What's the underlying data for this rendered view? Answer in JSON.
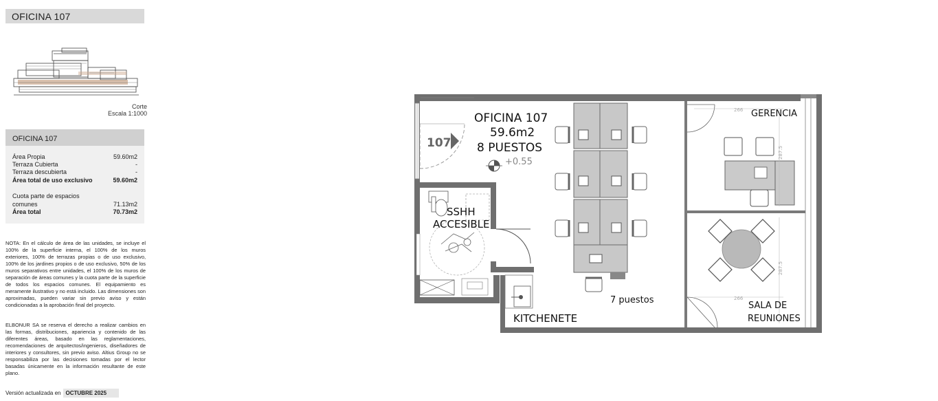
{
  "header": {
    "title": "OFICINA 107"
  },
  "section": {
    "label": "Corte",
    "scale": "Escala 1:1000"
  },
  "table": {
    "title": "OFICINA 107",
    "rows": [
      {
        "label": "Área Propia",
        "value": "59.60m2",
        "bold": false
      },
      {
        "label": "Terraza Cubierta",
        "value": "-",
        "bold": false
      },
      {
        "label": "Terraza descubierta",
        "value": "-",
        "bold": false
      },
      {
        "label": "Área total de uso exclusivo",
        "value": "59.60m2",
        "bold": true
      },
      {
        "label": "Cuota parte de espacios",
        "value": "",
        "bold": false
      },
      {
        "label": "comunes",
        "value": "71.13m2",
        "bold": false
      },
      {
        "label": "Área total",
        "value": "70.73m2",
        "bold": true
      }
    ]
  },
  "notes": {
    "note1": "NOTA: En el cálculo de área de las unidades, se incluye el 100% de la superficie interna, el 100% de los muros exteriores, 100% de terrazas propias o de uso exclusivo, 100% de los jardines propios o de uso exclusivo, 50% de los muros separativos entre unidades, el 100% de los muros de separación de áreas comunes y la cuota parte de la superficie de todos los espacios comunes. El equipamiento es meramente ilustrativo y no está incluido. Las dimensiones son aproximadas, pueden variar sin previo aviso y están condicionadas a la aprobación final del proyecto.",
    "note2": "ELBONUR SA se reserva el derecho a realizar cambios en las formas, distribuciones, apariencia y contenido de las diferentes áreas, basado en las reglamentaciones, recomendaciones de arquitectos/ingenieros, diseñadores de interiores y consultores, sin previo aviso. Altius Group no se responsabiliza por las decisiones tomadas por el lector basadas únicamente en la información resultante de este plano."
  },
  "version": {
    "label": "Versión actualizada en",
    "value": "OCTUBRE 2025"
  },
  "plan": {
    "office_title": "OFICINA 107",
    "office_area": "59.6m2",
    "office_seats": "8 PUESTOS",
    "level": "+0.55",
    "unit_number": "107",
    "bathroom_line1": "SSHH",
    "bathroom_line2": "ACCESIBLE",
    "kitchen": "KITCHENETE",
    "workstations": "7 puestos",
    "manager": "GERENCIA",
    "meeting_line1": "SALA DE",
    "meeting_line2": "REUNIONES",
    "dim_manager_w": "266",
    "dim_manager_h": "287.5",
    "dim_meeting_w": "266",
    "dim_meeting_h": "287.5"
  }
}
